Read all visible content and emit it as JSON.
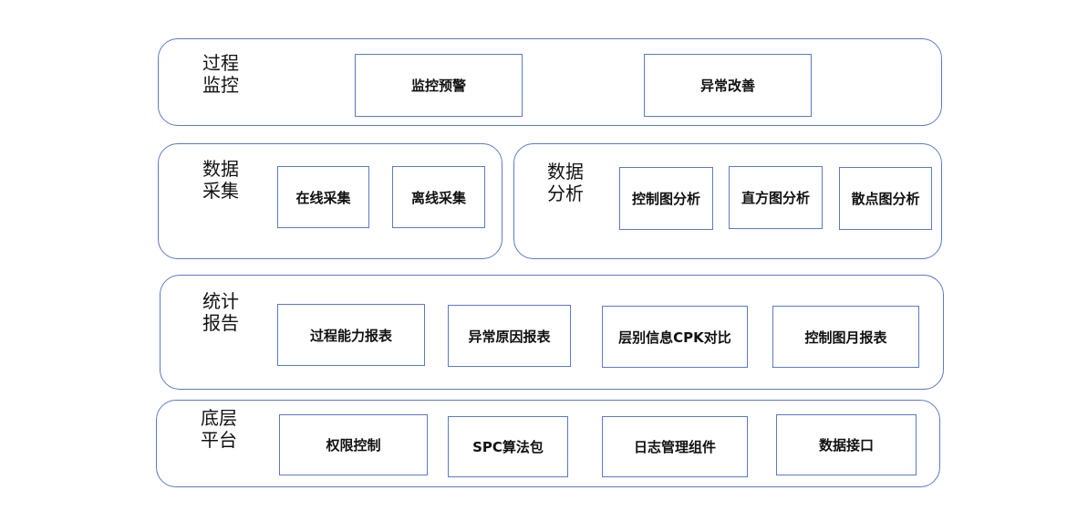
{
  "layers": {
    "process_monitoring": {
      "label_line1": "过程",
      "label_line2": "监控",
      "modules": [
        "监控预警",
        "异常改善"
      ]
    },
    "data_collection": {
      "label_line1": "数据",
      "label_line2": "采集",
      "modules": [
        "在线采集",
        "离线采集"
      ]
    },
    "data_analysis": {
      "label_line1": "数据",
      "label_line2": "分析",
      "modules": [
        "控制图分析",
        "直方图分析",
        "散点图分析"
      ]
    },
    "statistical_report": {
      "label_line1": "统计",
      "label_line2": "报告",
      "modules": [
        "过程能力报表",
        "异常原因报表",
        "层别信息CPK对比",
        "控制图月报表"
      ]
    },
    "base_platform": {
      "label_line1": "底层",
      "label_line2": "平台",
      "modules": [
        "权限控制",
        "SPC算法包",
        "日志管理组件",
        "数据接口"
      ]
    }
  },
  "colors": {
    "border": "#5b7bc7",
    "text": "#111111",
    "background": "#ffffff"
  }
}
